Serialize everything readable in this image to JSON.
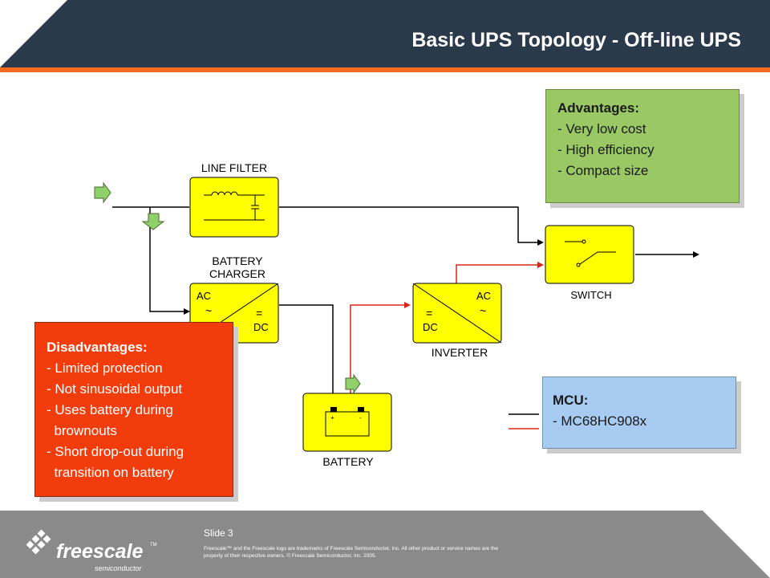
{
  "header": {
    "title": "Basic UPS Topology - Off-line UPS"
  },
  "diagram": {
    "line_filter": {
      "label": "LINE FILTER"
    },
    "charger": {
      "label_line1": "BATTERY",
      "label_line2": "CHARGER",
      "ac": "AC",
      "ac_symbol": "~",
      "dc_symbol": "=",
      "dc": "DC"
    },
    "inverter": {
      "label": "INVERTER",
      "ac": "AC",
      "ac_symbol": "~",
      "dc_symbol": "=",
      "dc": "DC"
    },
    "switch": {
      "label": "SWITCH"
    },
    "battery": {
      "label": "BATTERY",
      "plus": "+",
      "minus": "-"
    }
  },
  "advantages": {
    "title": "Advantages:",
    "items": [
      "- Very low cost",
      "- High efficiency",
      "- Compact size"
    ]
  },
  "disadvantages": {
    "title": "Disadvantages:",
    "items": [
      "- Limited protection",
      "- Not sinusoidal output",
      "- Uses battery during",
      "  brownouts",
      "- Short drop-out during",
      "  transition on battery"
    ]
  },
  "mcu": {
    "title": "MCU:",
    "value": "- MC68HC908x"
  },
  "footer": {
    "slide": "Slide 3",
    "legal": "Freescale™ and the Freescale logo are trademarks of Freescale Semiconductor, Inc. All other product or service names are the property of their respective owners. © Freescale Semiconductor, Inc. 2005.",
    "logo_word": "freescale",
    "logo_tm": "TM",
    "logo_sub": "semiconductor"
  },
  "colors": {
    "header": "#2b3a4b",
    "accent_stripe": "#f26b21",
    "block_fill": "#ffff00",
    "advantages": "#99c864",
    "disadvantages": "#f23c0c",
    "mcu": "#a8cbf2",
    "red_wire": "#d9261c",
    "footer": "#8a8a8a"
  }
}
